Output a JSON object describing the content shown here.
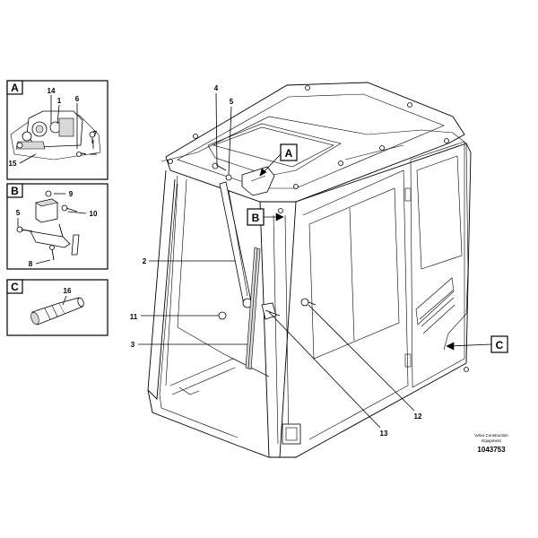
{
  "callouts": {
    "c1": "1",
    "c2": "2",
    "c3": "3",
    "c4": "4",
    "c5": "5",
    "c5b": "5",
    "c6": "6",
    "c7": "7",
    "c8": "8",
    "c9": "9",
    "c10": "10",
    "c11": "11",
    "c12": "12",
    "c13": "13",
    "c14": "14",
    "c15": "15",
    "c16": "16"
  },
  "detail_tags": {
    "a": "A",
    "b": "B",
    "c": "C"
  },
  "footer": {
    "brand_line1": "Volvo Construction",
    "brand_line2": "Equipment",
    "drawing_number": "1043753"
  }
}
